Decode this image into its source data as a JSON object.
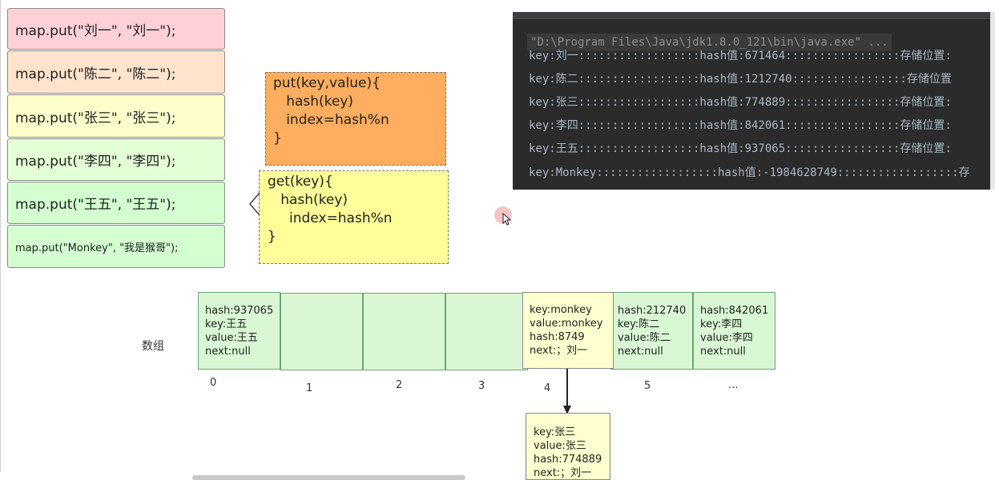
{
  "put_calls": [
    {
      "text": "map.put(\"刘一\", \"刘一\");",
      "color": "#ffd1d6"
    },
    {
      "text": "map.put(\"陈二\", \"陈二\");",
      "color": "#ffe3cc"
    },
    {
      "text": "map.put(\"张三\", \"张三\");",
      "color": "#ffffcc"
    },
    {
      "text": "map.put(\"李四\", \"李四\");",
      "color": "#e3ffd6"
    },
    {
      "text": "map.put(\"王五\", \"王五\");",
      "color": "#d3ffd1"
    },
    {
      "text": "map.put(\"Monkey\", \"我是猴哥\");",
      "color": "#d3ffd1"
    }
  ],
  "put_box": {
    "lines": [
      "put(key,value){",
      "   hash(key)",
      "   index=hash%n",
      "}"
    ],
    "color": "#ffad5e"
  },
  "get_box": {
    "lines": [
      "get(key){",
      "   hash(key)",
      "     index=hash%n",
      "}"
    ],
    "color": "#ffff99"
  },
  "console": {
    "command": "\"D:\\Program Files\\Java\\jdk1.8.0_121\\bin\\java.exe\" ...",
    "lines": [
      "key:刘一::::::::::::::::::hash值:671464:::::::::::::::::存储位置:",
      "key:陈二::::::::::::::::::hash值:1212740:::::::::::::::::存储位置",
      "key:张三::::::::::::::::::hash值:774889:::::::::::::::::存储位置:",
      "key:李四::::::::::::::::::hash值:842061:::::::::::::::::存储位置:",
      "key:王五::::::::::::::::::hash值:937065:::::::::::::::::存储位置:",
      "key:Monkey::::::::::::::::::hash值:-1984628749::::::::::::::::::存"
    ]
  },
  "array": {
    "label": "数组",
    "cells": [
      {
        "index": "0",
        "lines": [
          "hash:937065",
          "key:王五",
          "value:王五",
          "next:null"
        ]
      },
      {
        "index": "1",
        "lines": []
      },
      {
        "index": "2",
        "lines": []
      },
      {
        "index": "3",
        "lines": []
      },
      {
        "index": "4",
        "lines": [
          "key:monkey",
          "value:monkey",
          "hash:8749",
          "next:；刘一"
        ],
        "highlight": true
      },
      {
        "index": "5",
        "lines": [
          "hash:212740",
          "key:陈二",
          "value:陈二",
          "next:null"
        ]
      },
      {
        "index": "...",
        "lines": [
          "hash:842061",
          "key:李四",
          "value:李四",
          "next:null"
        ]
      }
    ]
  },
  "chain_node": {
    "lines": [
      "key:张三",
      "value:张三",
      "hash:774889",
      "next:；刘一"
    ]
  }
}
